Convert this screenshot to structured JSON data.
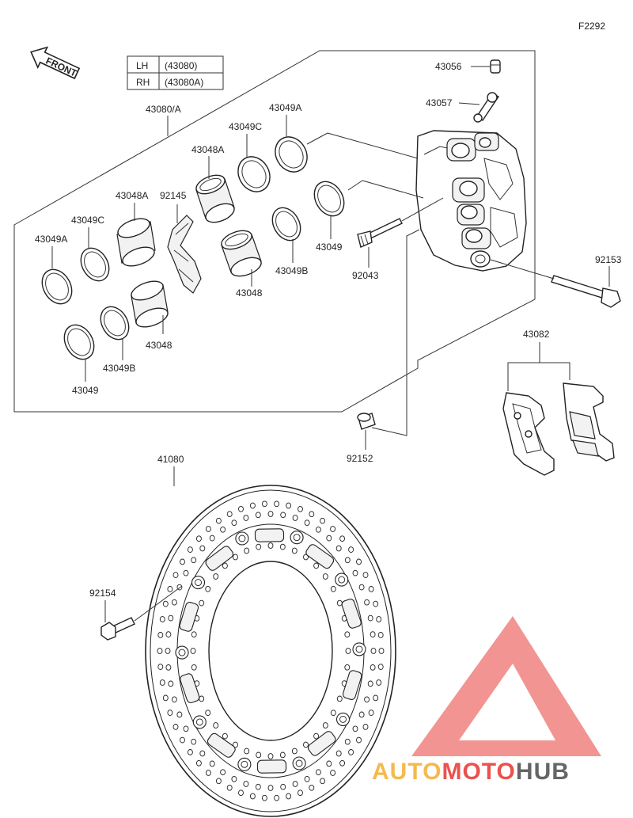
{
  "figure_code": "F2292",
  "front_label": "FRONT",
  "side_table": [
    {
      "side": "LH",
      "part": "(43080)"
    },
    {
      "side": "RH",
      "part": "(43080A)"
    }
  ],
  "callouts": {
    "assembly": "43080/A",
    "seal_a_top": "43049A",
    "seal_c_top": "43049C",
    "piston_a_top": "43048A",
    "piston_a_left": "43048A",
    "spring": "92145",
    "seal_c_left": "43049C",
    "seal_a_left": "43049A",
    "piston_right": "43048",
    "seal_b_right": "43049B",
    "seal_right": "43049",
    "piston_left": "43048",
    "seal_b_left": "43049B",
    "seal_left": "43049",
    "bleeder": "92043",
    "cap": "43056",
    "plate": "43057",
    "bolt": "92153",
    "pads": "43082",
    "collar": "92152",
    "disc": "41080",
    "disc_bolt": "92154"
  },
  "watermark": {
    "part1": "AUTO",
    "part2": "MOTO",
    "part3": "HUB",
    "color_orange": "#f5b23a",
    "color_red": "#e8403a",
    "color_grey": "#555555"
  }
}
